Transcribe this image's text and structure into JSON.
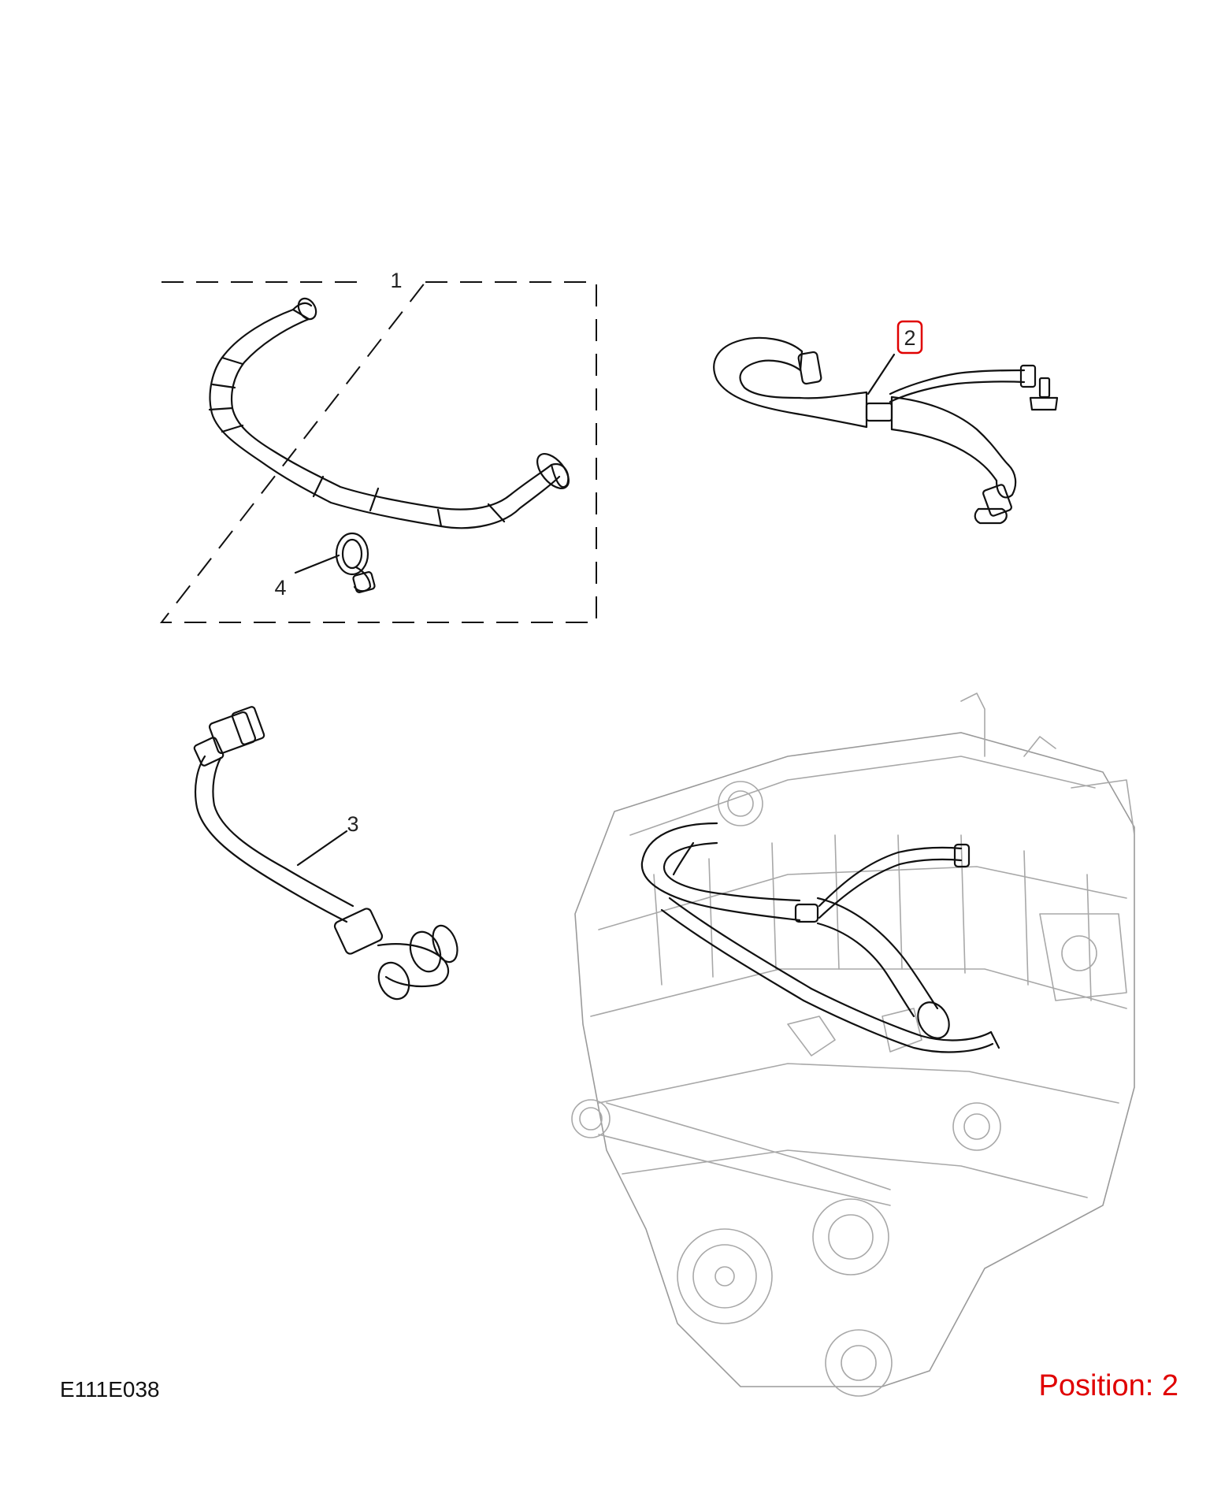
{
  "figure_code": "E111E038",
  "position_label": "Position: 2",
  "callouts": {
    "part1": "1",
    "part2": "2",
    "part3": "3",
    "part4": "4"
  },
  "colors": {
    "highlight": "#e00000",
    "line": "#111111",
    "engine": "#a8a8a8"
  }
}
